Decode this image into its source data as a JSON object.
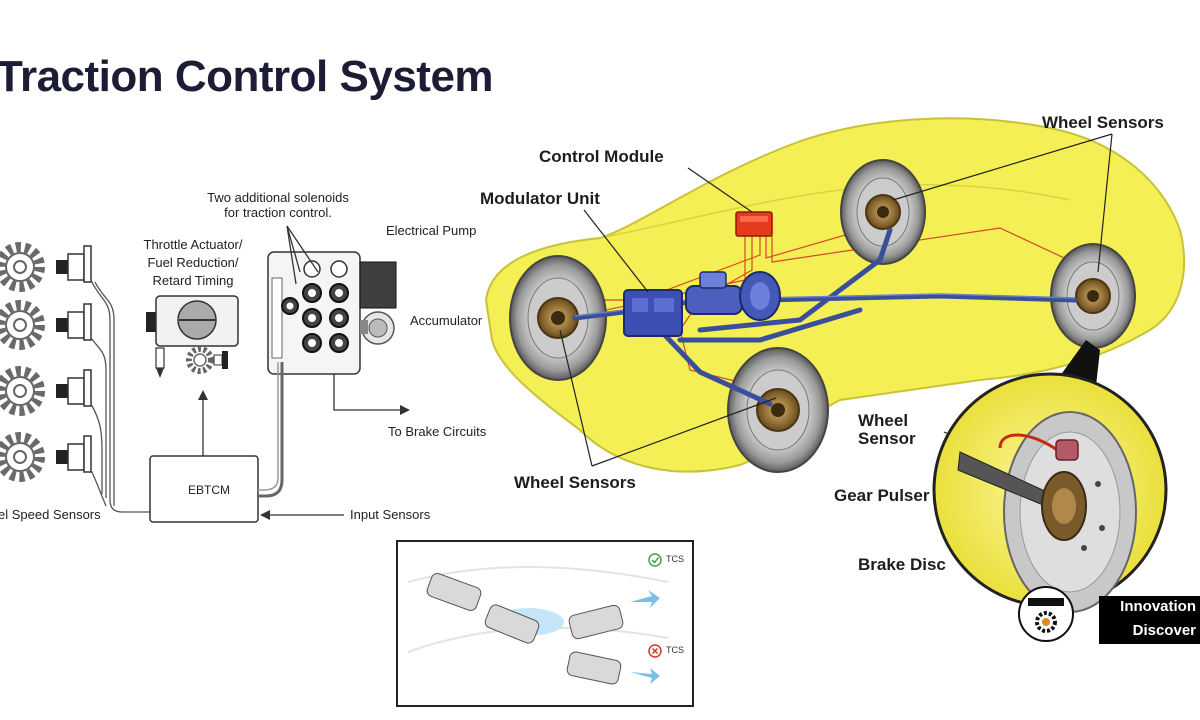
{
  "title": "Traction Control System",
  "left_diagram": {
    "solenoid_note_line1": "Two additional solenoids",
    "solenoid_note_line2": "for traction control.",
    "throttle_line1": "Throttle Actuator/",
    "throttle_line2": "Fuel Reduction/",
    "throttle_line3": "Retard Timing",
    "electrical_pump": "Electrical Pump",
    "accumulator": "Accumulator",
    "to_brake_circuits": "To Brake Circuits",
    "ebtcm": "EBTCM",
    "input_sensors": "Input Sensors",
    "wheel_speed_sensors": "el Speed Sensors"
  },
  "car_diagram": {
    "control_module": "Control Module",
    "modulator_unit": "Modulator Unit",
    "wheel_sensors_top": "Wheel Sensors",
    "wheel_sensors_bottom": "Wheel Sensors",
    "wheel_sensor_line1": "Wheel",
    "wheel_sensor_line2": "Sensor",
    "gear_pulser": "Gear Pulser",
    "brake_disc": "Brake Disc",
    "colors": {
      "body": "#f4ef54",
      "lines": "#3a4f9a",
      "module": "#e53a1c"
    }
  },
  "tcs_panel": {
    "with_tcs": "TCS",
    "without_tcs": "TCS",
    "check_icon": "check-circle-icon",
    "cross_icon": "cross-circle-icon"
  },
  "brand": {
    "line1": "Innovation",
    "line2": "Discover",
    "logo_icon": "gear-wrench-logo"
  }
}
